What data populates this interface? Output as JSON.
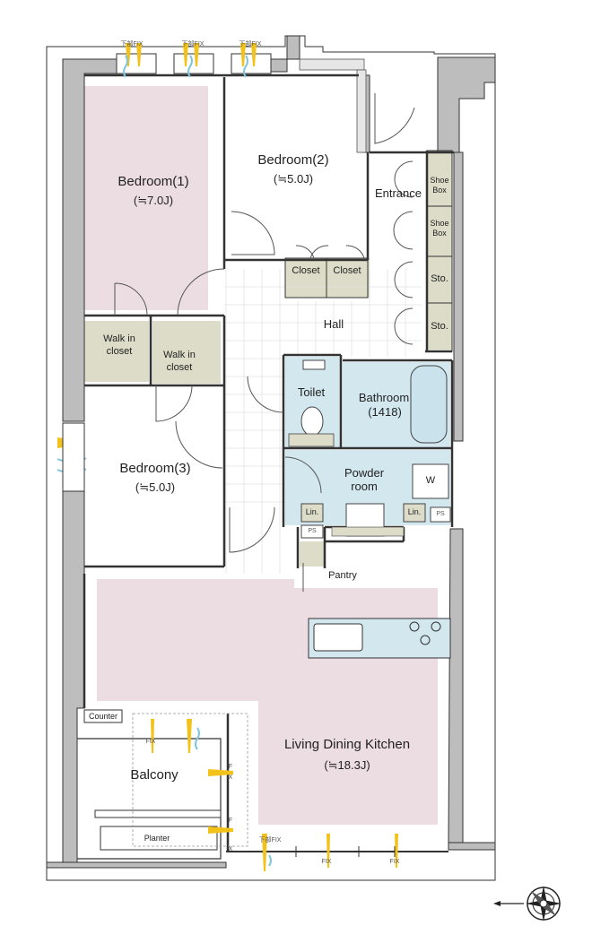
{
  "rooms": {
    "bedroom1": {
      "name": "Bedroom(1)",
      "size": "(≒7.0J)"
    },
    "bedroom2": {
      "name": "Bedroom(2)",
      "size": "(≒5.0J)"
    },
    "bedroom3": {
      "name": "Bedroom(3)",
      "size": "(≒5.0J)"
    },
    "entrance": "Entrance",
    "hall": "Hall",
    "toilet": "Toilet",
    "bathroom": {
      "name": "Bathroom",
      "size": "(1418)"
    },
    "powder": {
      "name": "Powder",
      "sub": "room"
    },
    "walkin1": {
      "l1": "Walk in",
      "l2": "closet"
    },
    "walkin2": {
      "l1": "Walk in",
      "l2": "closet"
    },
    "ldk": {
      "name": "Living Dining Kitchen",
      "size": "(≒18.3J)"
    },
    "balcony": "Balcony",
    "pantry": "Pantry"
  },
  "fixtures": {
    "closet": "Closet",
    "shoebox": {
      "l1": "Shoe",
      "l2": "Box"
    },
    "storage": "Sto.",
    "linen": "Lin.",
    "ps": "PS",
    "washer": "W",
    "counter": "Counter",
    "planter": "Planter",
    "fix": "FIX",
    "topfix": "下部FIX",
    "f_mark": "F",
    "x_mark": "X"
  },
  "colors": {
    "wall": "#bdbdbd",
    "bedroom_fill": "#ecdde2",
    "closet_fill": "#dcdcc8",
    "wet_fill": "#d3e7ef",
    "window_yellow": "#f2c21a",
    "window_blue": "#7fc6dd"
  },
  "compass_icon": "north-arrow-compass"
}
